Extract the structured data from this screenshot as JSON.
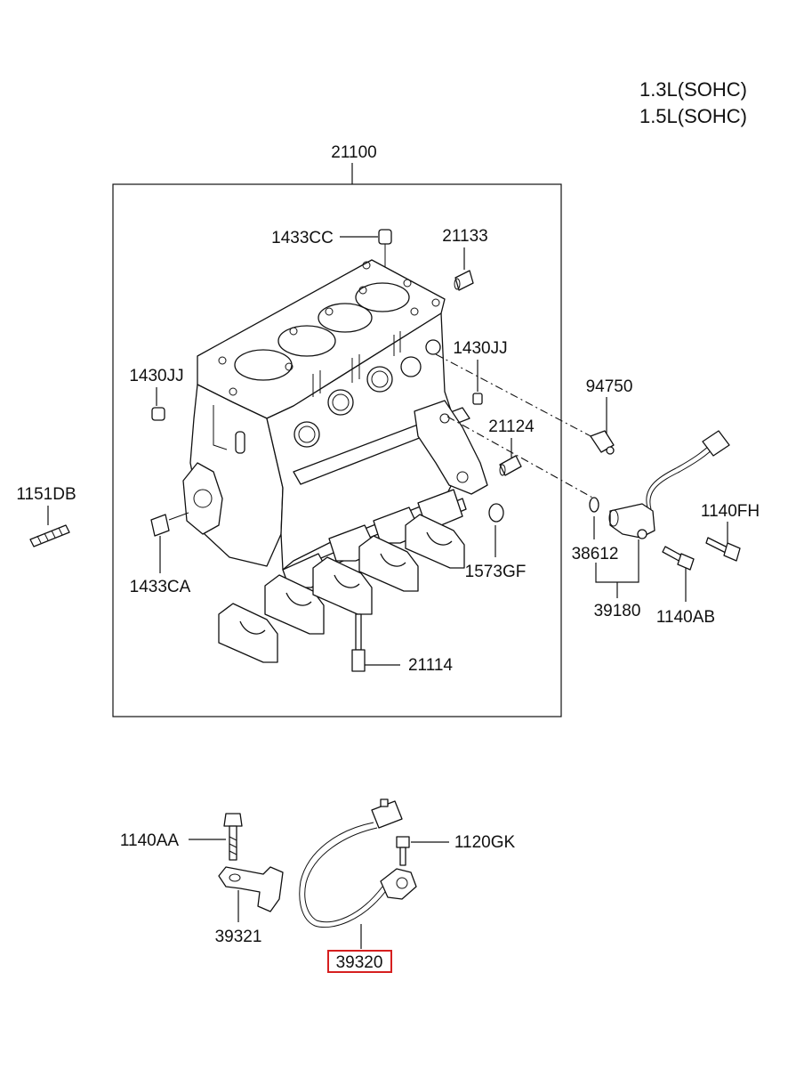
{
  "engine": {
    "line1": "1.3L(SOHC)",
    "line2": "1.5L(SOHC)"
  },
  "parts": {
    "p21100": "21100",
    "p1433CC": "1433CC",
    "p21133": "21133",
    "p1430JJ_right": "1430JJ",
    "p1430JJ_left": "1430JJ",
    "p94750": "94750",
    "p21124": "21124",
    "p1151DB": "1151DB",
    "p1140FH": "1140FH",
    "p38612": "38612",
    "p1433CA": "1433CA",
    "p1573GF": "1573GF",
    "p39180": "39180",
    "p1140AB": "1140AB",
    "p21114": "21114",
    "p1140AA": "1140AA",
    "p1120GK": "1120GK",
    "p39321": "39321",
    "p39320": "39320"
  },
  "highlight": {
    "part": "39320",
    "color": "#d61f1f"
  }
}
